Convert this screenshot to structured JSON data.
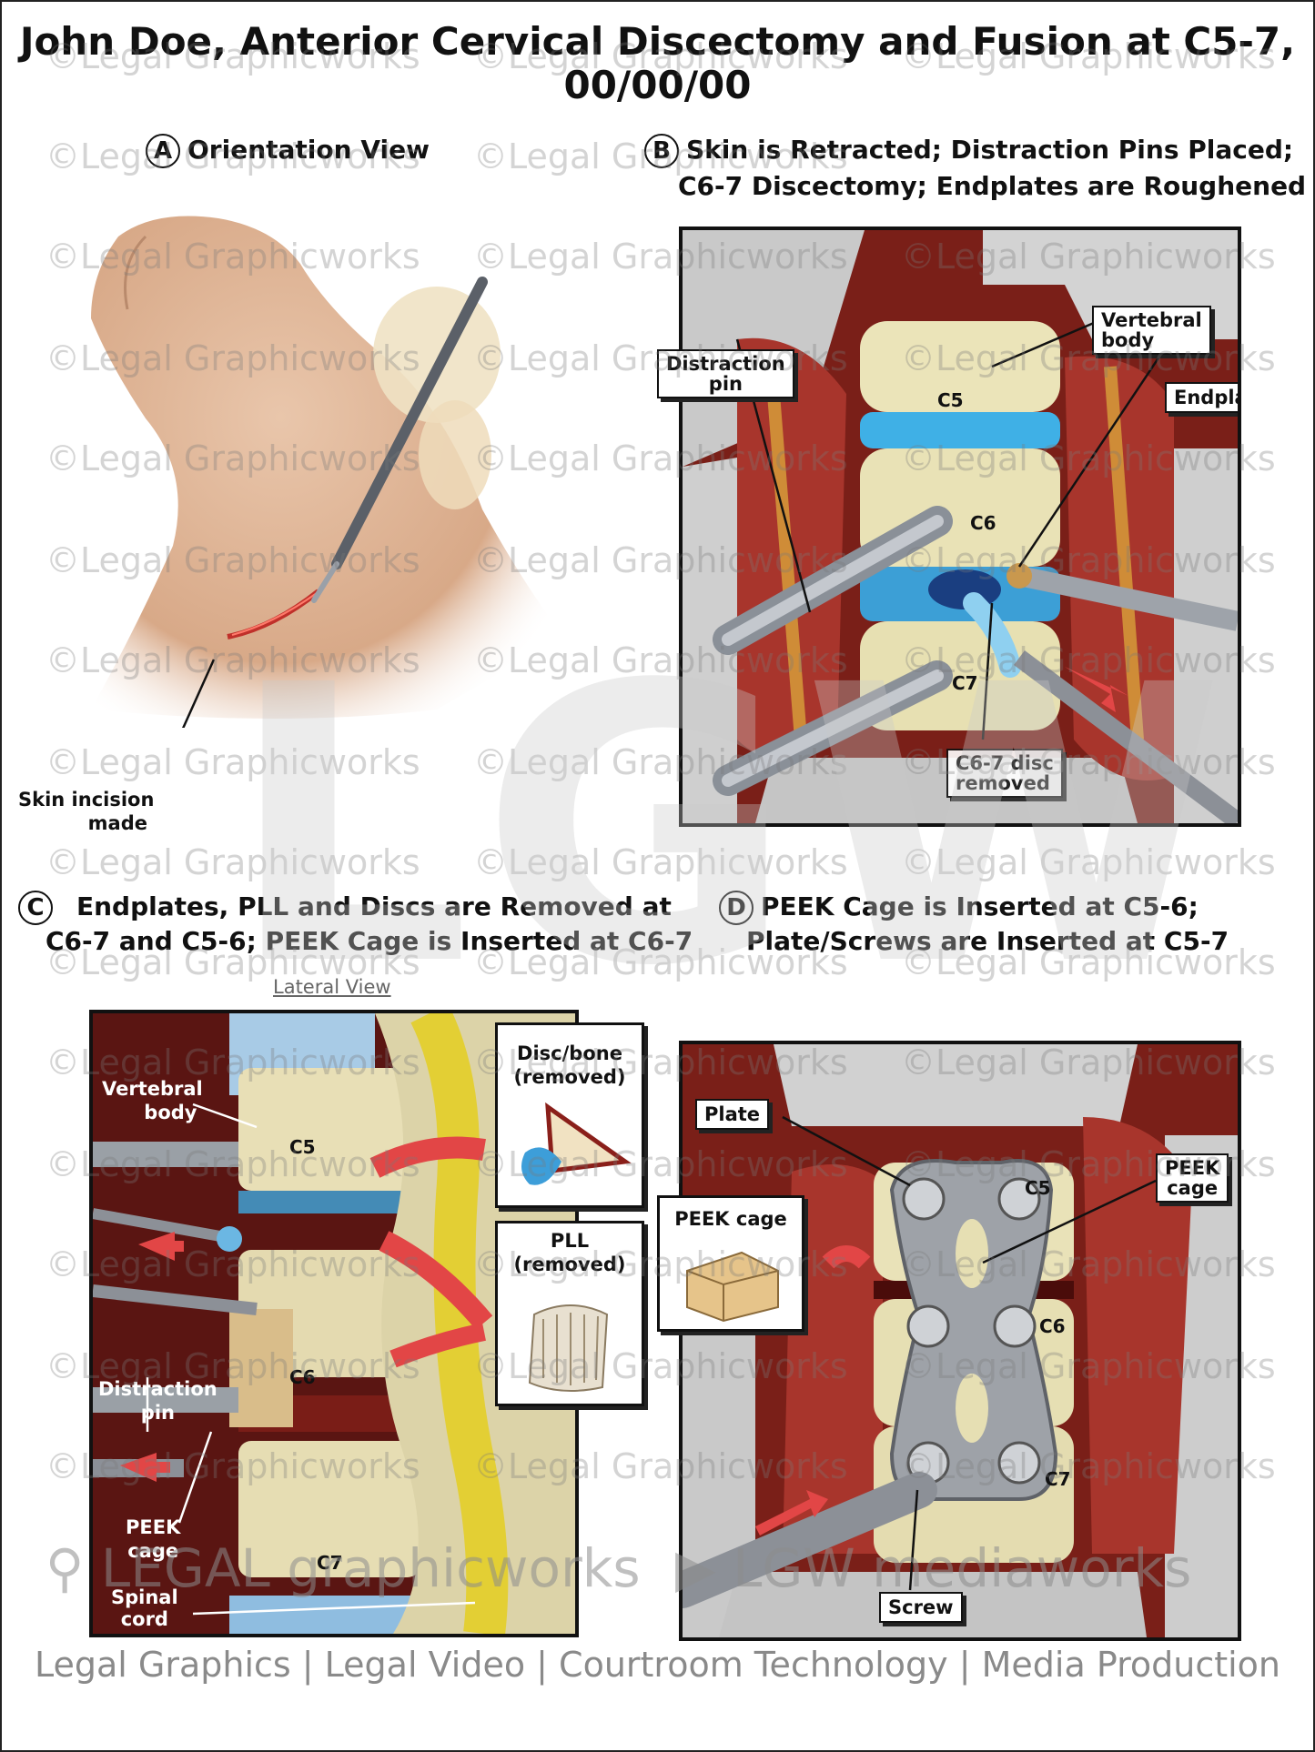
{
  "title": {
    "line1": "John Doe, Anterior Cervical Discectomy and Fusion at C5-7,",
    "line2": "00/00/00"
  },
  "panelA": {
    "letter": "A",
    "heading": "Orientation View",
    "label_line1": "Skin incision",
    "label_line2": "made"
  },
  "panelB": {
    "letter": "B",
    "heading_line1": "Skin is Retracted; Distraction Pins Placed;",
    "heading_line2": "C6-7 Discectomy; Endplates are Roughened",
    "labels": {
      "distraction_pin_1": "Distraction",
      "distraction_pin_2": "pin",
      "vertebral_body_1": "Vertebral",
      "vertebral_body_2": "body",
      "endplate": "Endplate",
      "disc_removed_1": "C6-7 disc",
      "disc_removed_2": "removed"
    },
    "vertebrae": [
      "C5",
      "C6",
      "C7"
    ]
  },
  "panelC": {
    "letter": "C",
    "heading_line1": "Endplates, PLL and Discs are Removed at",
    "heading_line2": "C6-7 and C5-6; PEEK Cage is Inserted at C6-7",
    "subheading": "Lateral View",
    "labels": {
      "vertebral_body_1": "Vertebral",
      "vertebral_body_2": "body",
      "distraction_pin_1": "Distraction",
      "distraction_pin_2": "pin",
      "peek_cage_1": "PEEK",
      "peek_cage_2": "cage",
      "spinal_cord_1": "Spinal",
      "spinal_cord_2": "cord",
      "disc_bone_1": "Disc/bone",
      "disc_bone_2": "(removed)",
      "pll_1": "PLL",
      "pll_2": "(removed)"
    },
    "vertebrae": [
      "C5",
      "C6",
      "C7"
    ]
  },
  "panelD": {
    "letter": "D",
    "heading_line1": "PEEK Cage is Inserted at C5-6;",
    "heading_line2": "Plate/Screws are Inserted at C5-7",
    "labels": {
      "plate": "Plate",
      "peek_cage_box": "PEEK cage",
      "peek_cage_1": "PEEK",
      "peek_cage_2": "cage",
      "screw": "Screw"
    },
    "vertebrae": [
      "C5",
      "C6",
      "C7"
    ]
  },
  "watermark_text": "©Legal Graphicworks",
  "logo": {
    "left": "LEGAL graphicworks",
    "right": "LGW mediaworks"
  },
  "footer": "Legal Graphics | Legal Video | Courtroom Technology | Media Production",
  "colors": {
    "tissue_red": "#b3302b",
    "bone": "#e8e2b8",
    "disc_blue": "#3fa9e0",
    "metal": "#b8bcc2"
  }
}
